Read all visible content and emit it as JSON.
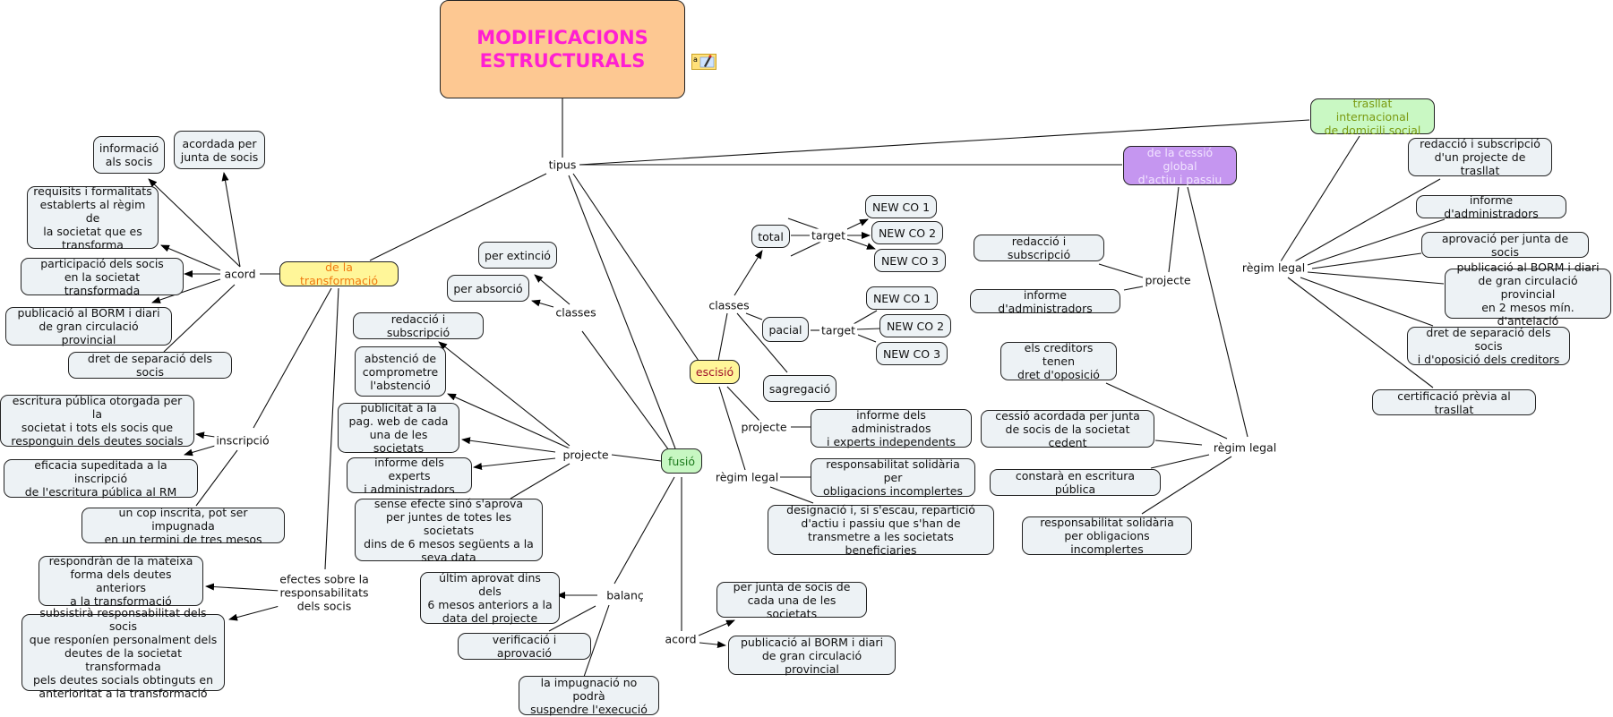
{
  "title": "MODIFICACIONS\nESTRUCTURALS",
  "note_icon": "annotation-note-icon",
  "colors": {
    "root_fill": "#fdc892",
    "root_text": "#ff1fd2",
    "yellow_fill": "#fff699",
    "green_fill": "#c7f7c2",
    "purple_fill": "#c596f0",
    "leaf_fill": "#edf2f5"
  },
  "linking": {
    "tipus": "tipus",
    "acord_t": "acord",
    "inscripcio": "inscripció",
    "efectes": "efectes sobre la\nresponsabilitats\ndels socis",
    "classes_f": "classes",
    "projecte_f": "projecte",
    "balanc": "balanç",
    "acord_f": "acord",
    "classes_e": "classes",
    "target1": "target",
    "target2": "target",
    "projecte_e": "projecte",
    "regim_e": "règim legal",
    "projecte_c": "projecte",
    "regim_c": "règim legal",
    "regim_tr": "règim legal"
  },
  "concepts": {
    "transformacio": "de la transformació",
    "fusio": "fusió",
    "escisio": "escisió",
    "cessio": "de la cessió global\nd'actiu i passiu",
    "trasllat": "trasllat internacional\nde domicili social"
  },
  "transformacio": {
    "acord": [
      "informació\nals socis",
      "acordada per\njunta de socis",
      "requisits i formalitats\nestablerts al règim de\nla societat que es\ntransforma",
      "participació dels socis\nen la societat transformada",
      "publicació al BORM i diari\nde gran circulació provincial",
      "dret de separació dels socis"
    ],
    "inscripcio": [
      "escritura pública otorgada per la\nsocietat i tots els socis que\nresponguin dels deutes socials",
      "eficacia supeditada a la inscripció\nde l'escritura pública al RM",
      "un cop inscrita, pot ser impugnada\nen un termini de tres mesos"
    ],
    "efectes": [
      "respondràn de la mateixa\nforma dels deutes anteriors\na la transformació",
      "subsistirà responsabilitat dels socis\nque responíen personalment dels\ndeutes de la societat transformada\npels deutes socials obtinguts en\nanterioritat a la transformació"
    ]
  },
  "fusio": {
    "classes": [
      "per extinció",
      "per absorció"
    ],
    "projecte": [
      "redacció i subscripció",
      "abstenció de\ncomprometre\nl'abstenció",
      "publicitat a la\npag. web de cada\nuna de les societats",
      "informe dels experts\ni administradors",
      "sense efecte sinó s'aprova\nper juntes de totes les societats\ndins de 6 mesos següents a la\nseva data"
    ],
    "balanc": [
      "últim aprovat dins dels\n6 mesos anteriors a la\ndata del projecte",
      "verificació i aprovació",
      "la impugnació no podrà\nsuspendre l'execució"
    ],
    "acord": [
      "per junta de socis de\ncada una de les societats",
      "publicació al BORM i diari\nde gran circulació provincial"
    ]
  },
  "escisio": {
    "classes": [
      "total",
      "pacial",
      "sagregació"
    ],
    "total_targets": [
      "NEW CO 1",
      "NEW CO 2",
      "NEW CO 3"
    ],
    "pacial_targets": [
      "NEW CO 1",
      "NEW CO 2",
      "NEW CO 3"
    ],
    "projecte": [
      "informe dels administrados\ni experts independents"
    ],
    "regim": [
      "responsabilitat solidària per\nobligacions incomplertes",
      "designació i, si s'escau, repartició\nd'actiu i passiu que s'han de\ntransmetre a les societats beneficiaries"
    ]
  },
  "cessio": {
    "projecte": [
      "redacció i subscripció",
      "informe d'administradors"
    ],
    "regim": [
      "els creditors tenen\ndret d'oposició",
      "cessió acordada per junta\nde socis de la societat cedent",
      "constarà en escritura pública",
      "responsabilitat solidària\nper obligacions incomplertes"
    ]
  },
  "trasllat": {
    "regim": [
      "redacció i subscripció\nd'un projecte de trasllat",
      "informe d'administradors",
      "aprovació per junta de socis",
      "publicació al BORM i diari\nde gran circulació provincial\nen 2 mesos mín. d'antelació",
      "dret de separació dels socis\ni d'oposició dels creditors",
      "certificació prèvia al trasllat"
    ]
  }
}
